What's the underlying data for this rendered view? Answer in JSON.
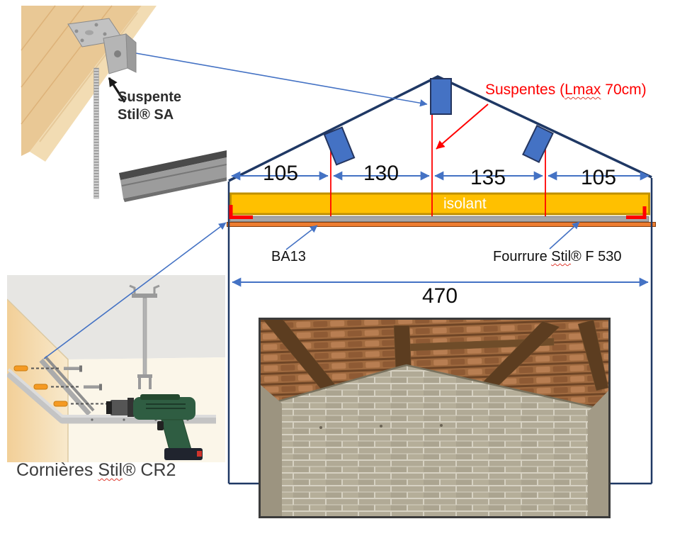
{
  "illustration_suspente": {
    "label_line1": "Suspente",
    "label_line2": "Stil® SA"
  },
  "illustration_cornieres": {
    "label": {
      "prefix": "Cornières ",
      "wavy": "Stil",
      "suffix": "® CR2"
    }
  },
  "schematic": {
    "suspentes_note": {
      "prefix": "Suspentes (",
      "wavy": "Lmax",
      "suffix": " 70cm)"
    },
    "dims": [
      "105",
      "130",
      "135",
      "105"
    ],
    "total_width": "470",
    "isolant_label": "isolant",
    "ba13_label": "BA13",
    "fourrure_label": {
      "prefix": "Fourrure ",
      "wavy": "Stil",
      "suffix": "® F 530"
    },
    "colors": {
      "isolant_yellow": "#FFC000",
      "isolant_border": "#BF9000",
      "fourrure_gray": "#A6A6A6",
      "ba13_orange": "#ED7D31",
      "suspente_blue": "#4472C4",
      "outline_navy": "#1F3864",
      "dimension_blue": "#4472C4",
      "annotation_red": "#FF0000"
    }
  }
}
